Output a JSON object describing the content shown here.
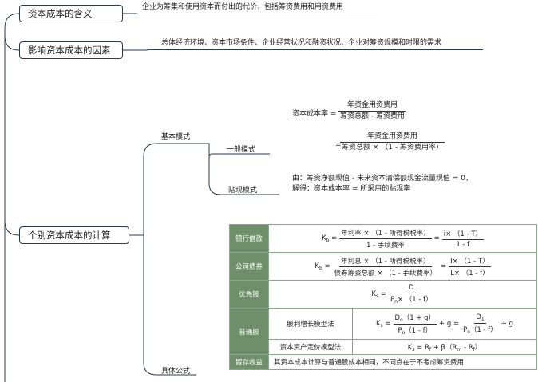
{
  "nodes": {
    "meaning": "资本成本的含义",
    "factors": "影响资本成本的因素",
    "individual": "个别资本成本的计算"
  },
  "descriptions": {
    "meaning": "企业为筹集和使用资本而付出的代价，包括筹资费用和用资费用",
    "factors": "总体经济环境、资本市场条件、企业经营状况和融资状况、企业对筹资规模和时限的需求"
  },
  "branches": {
    "basic_mode": "基本模式",
    "general_mode": "一般模式",
    "discount_mode": "贴现模式",
    "specific_formula": "具体公式"
  },
  "formulas": {
    "rate_label": "资本成本率 =",
    "general_num": "年资金用资费用",
    "general_den": "筹资总额 - 筹资费用",
    "eq": "=",
    "general2_num": "年资金用资费用",
    "general2_den": "筹资总额 × （1 - 筹资费用率）",
    "discount_line1": "由：筹资净额现值 - 未来资本清偿额现金流量现值 = 0，",
    "discount_line2": "解得：资本成本率 = 所采用的贴现率"
  },
  "table": {
    "rows": [
      {
        "label": "银行借款",
        "lhs": "K",
        "lhs_sub": "b",
        "f1_num": "年利率 × （1 - 所得税税率）",
        "f1_den": "1 - 手续费率",
        "f2_num": "i× （1 - T）",
        "f2_den": "1 - f"
      },
      {
        "label": "公司债券",
        "lhs": "K",
        "lhs_sub": "b",
        "f1_num": "年利息 × （1 - 所得税税率）",
        "f1_den": "债券筹资总额 × （1 - 手续费率）",
        "f2_num": "I× （1 - T）",
        "f2_den": "L× （1 - f）"
      },
      {
        "label": "优先股",
        "lhs": "K",
        "lhs_sub": "s",
        "f1_num": "D",
        "f1_den_a": "P",
        "f1_den_sub": "n",
        "f1_den_b": "× （1 - f）"
      },
      {
        "label": "普通股",
        "sub_label": "股利增长模型法",
        "lhs": "K",
        "lhs_sub": "s",
        "f1_num_a": "D",
        "f1_num_sub": "o",
        "f1_num_b": "（1 + g）",
        "f1_den_a": "P",
        "f1_den_sub": "o",
        "f1_den_b": "（1 - f）",
        "plus_g": "+ g =",
        "f2_num_a": "D",
        "f2_num_sub": "1",
        "f2_den_a": "P",
        "f2_den_sub": "o",
        "f2_den_b": "（1 - f）",
        "plus_g2": "+ g"
      },
      {
        "sub_label": "资本资产定价模型法",
        "capm": "K",
        "capm_sub": "s",
        "capm_mid": "= R",
        "capm_sub2": "f",
        "capm_mid2": "+ β（R",
        "capm_sub3": "m",
        "capm_mid3": "- R",
        "capm_sub4": "f",
        "capm_end": "）"
      },
      {
        "label": "留存收益",
        "text": "其资本成本计算与普通股成本相同，不同点在于不考虑筹资费用"
      }
    ]
  },
  "colors": {
    "line": "#2b3a4a",
    "table_label_bg": "#6f8f6a",
    "table_border": "#8aa68a"
  }
}
